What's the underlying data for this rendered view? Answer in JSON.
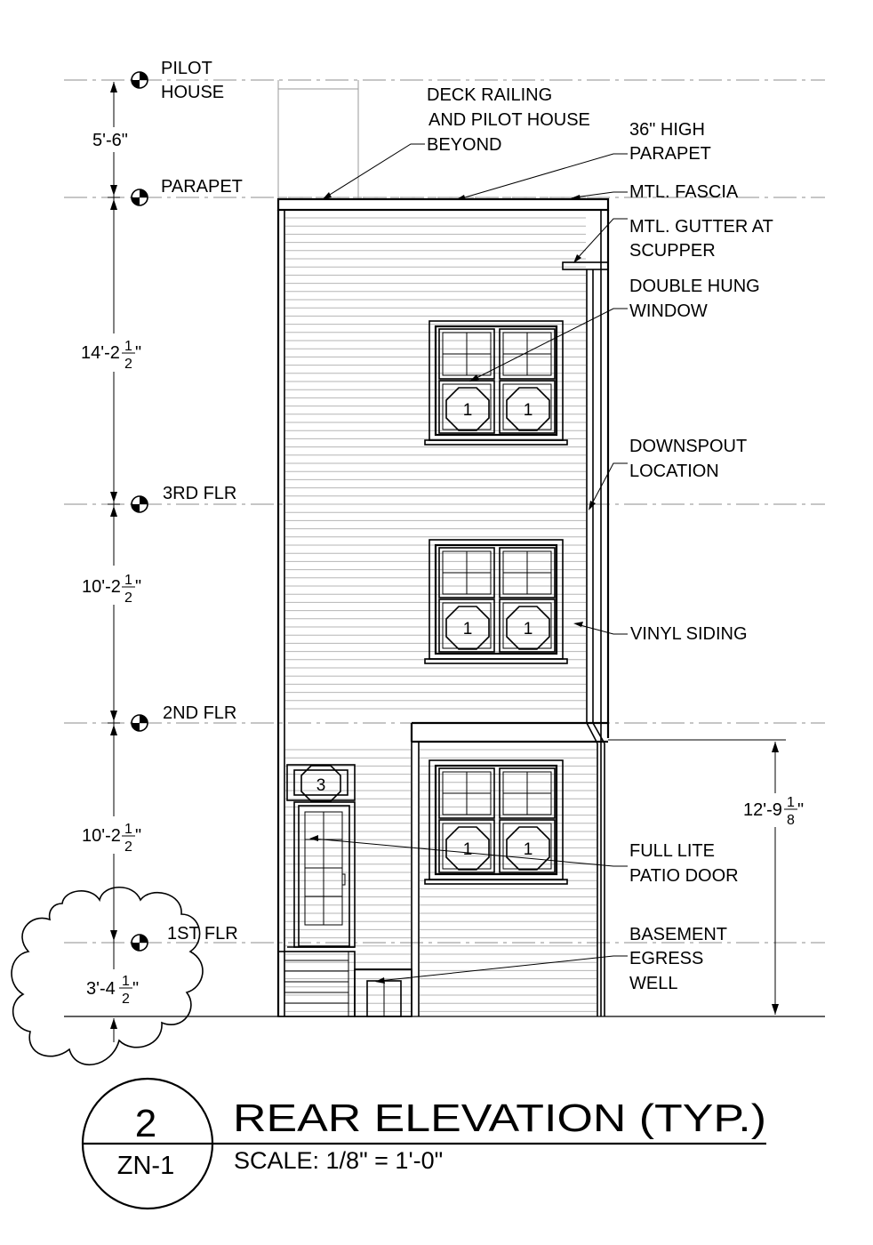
{
  "levels": {
    "pilot_house": "PILOT",
    "pilot_house_2": "HOUSE",
    "parapet": "PARAPET",
    "third": "3RD FLR",
    "second": "2ND FLR",
    "first": "1ST FLR"
  },
  "dimensions": {
    "d1": "5'-6\"",
    "d2_main": "14'-2",
    "d3_main": "10'-2",
    "d4_main": "10'-2",
    "d5_main": "3'-4",
    "d6_main": "12'-9",
    "half_num": "1",
    "half_den": "2",
    "eighth_num": "1",
    "eighth_den": "8",
    "inch": "\""
  },
  "callouts": {
    "deck_1": "DECK RAILING",
    "deck_2": "AND PILOT HOUSE",
    "deck_3": "BEYOND",
    "parapet36_1": "36\" HIGH",
    "parapet36_2": "PARAPET",
    "fascia": "MTL. FASCIA",
    "gutter_1": "MTL. GUTTER AT",
    "gutter_2": "SCUPPER",
    "dh_1": "DOUBLE HUNG",
    "dh_2": "WINDOW",
    "downspout_1": "DOWNSPOUT",
    "downspout_2": "LOCATION",
    "siding": "VINYL SIDING",
    "patio_1": "FULL LITE",
    "patio_2": "PATIO DOOR",
    "egress_1": "BASEMENT",
    "egress_2": "EGRESS",
    "egress_3": "WELL"
  },
  "tags": {
    "window": "1",
    "door": "3"
  },
  "title_block": {
    "number": "2",
    "sheet": "ZN-1",
    "title": "REAR ELEVATION (TYP.)",
    "scale": "SCALE: 1/8\"  = 1'-0\""
  }
}
